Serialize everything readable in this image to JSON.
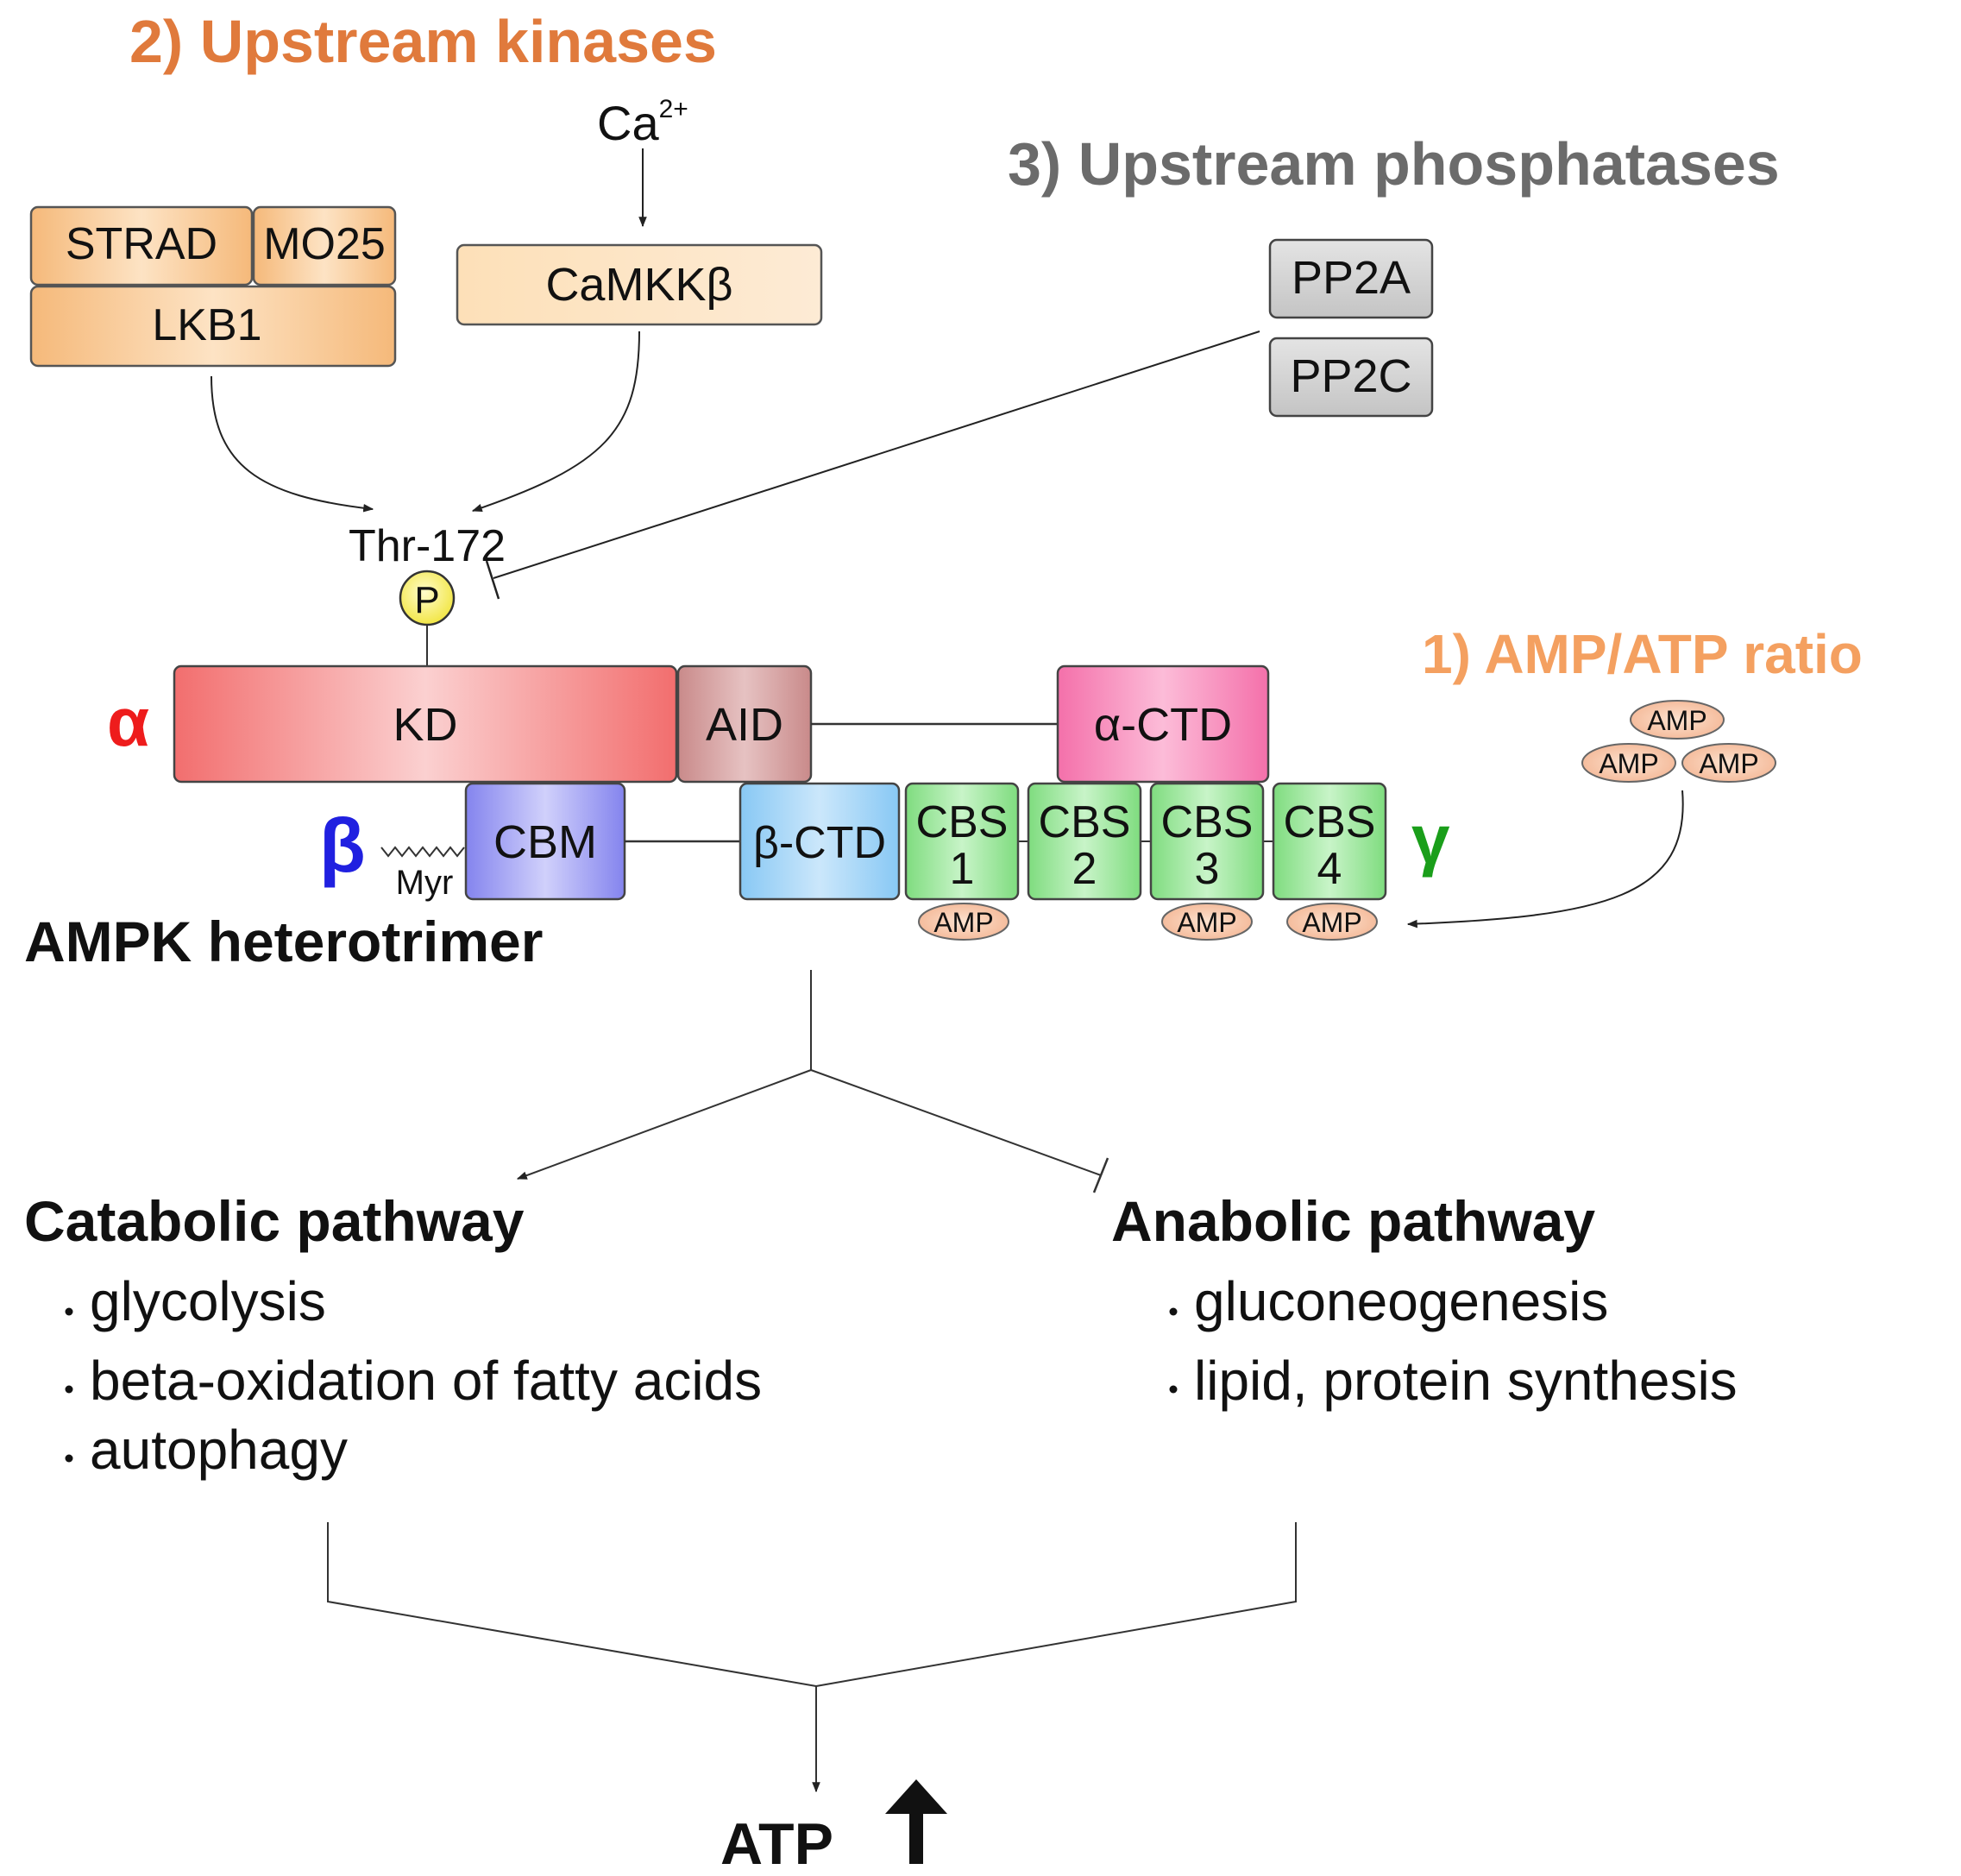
{
  "sections": {
    "upstream_kinases": "2) Upstream kinases",
    "upstream_phosphatases": "3) Upstream phosphatases",
    "amp_atp_ratio": "1) AMP/ATP ratio"
  },
  "kinases": {
    "calcium": "Ca",
    "calcium_sup": "2+",
    "strad": "STRAD",
    "mo25": "MO25",
    "lkb1": "LKB1",
    "camkk": "CaMKKβ"
  },
  "phosphatases": {
    "pp2a": "PP2A",
    "pp2c": "PP2C"
  },
  "site": {
    "label": "Thr-172",
    "phospho": "P"
  },
  "complex": {
    "alpha_symbol": "α",
    "beta_symbol": "β",
    "gamma_symbol": "γ",
    "kd": "KD",
    "aid": "AID",
    "alpha_ctd": "α-CTD",
    "cbm": "CBM",
    "myr": "Myr",
    "beta_ctd": "β-CTD",
    "cbs": [
      {
        "name": "CBS",
        "num": "1"
      },
      {
        "name": "CBS",
        "num": "2"
      },
      {
        "name": "CBS",
        "num": "3"
      },
      {
        "name": "CBS",
        "num": "4"
      }
    ],
    "amp_bound": [
      "AMP",
      "AMP",
      "AMP"
    ],
    "title": "AMPK heterotrimer"
  },
  "free_amp": [
    "AMP",
    "AMP",
    "AMP"
  ],
  "catabolic": {
    "title": "Catabolic pathway",
    "items": [
      "glycolysis",
      "beta-oxidation of fatty acids",
      "autophagy"
    ]
  },
  "anabolic": {
    "title": "Anabolic pathway",
    "items": [
      "gluconeogenesis",
      "lipid, protein synthesis"
    ]
  },
  "result": {
    "label": "ATP"
  },
  "colors": {
    "kinase_orange": "#e07a3c",
    "phosphatase_gray": "#6b6b6b",
    "ratio_orange": "#f4a060",
    "alpha_red": "#ee1c1c",
    "beta_blue": "#2020e0",
    "gamma_green": "#1a9e1a"
  }
}
